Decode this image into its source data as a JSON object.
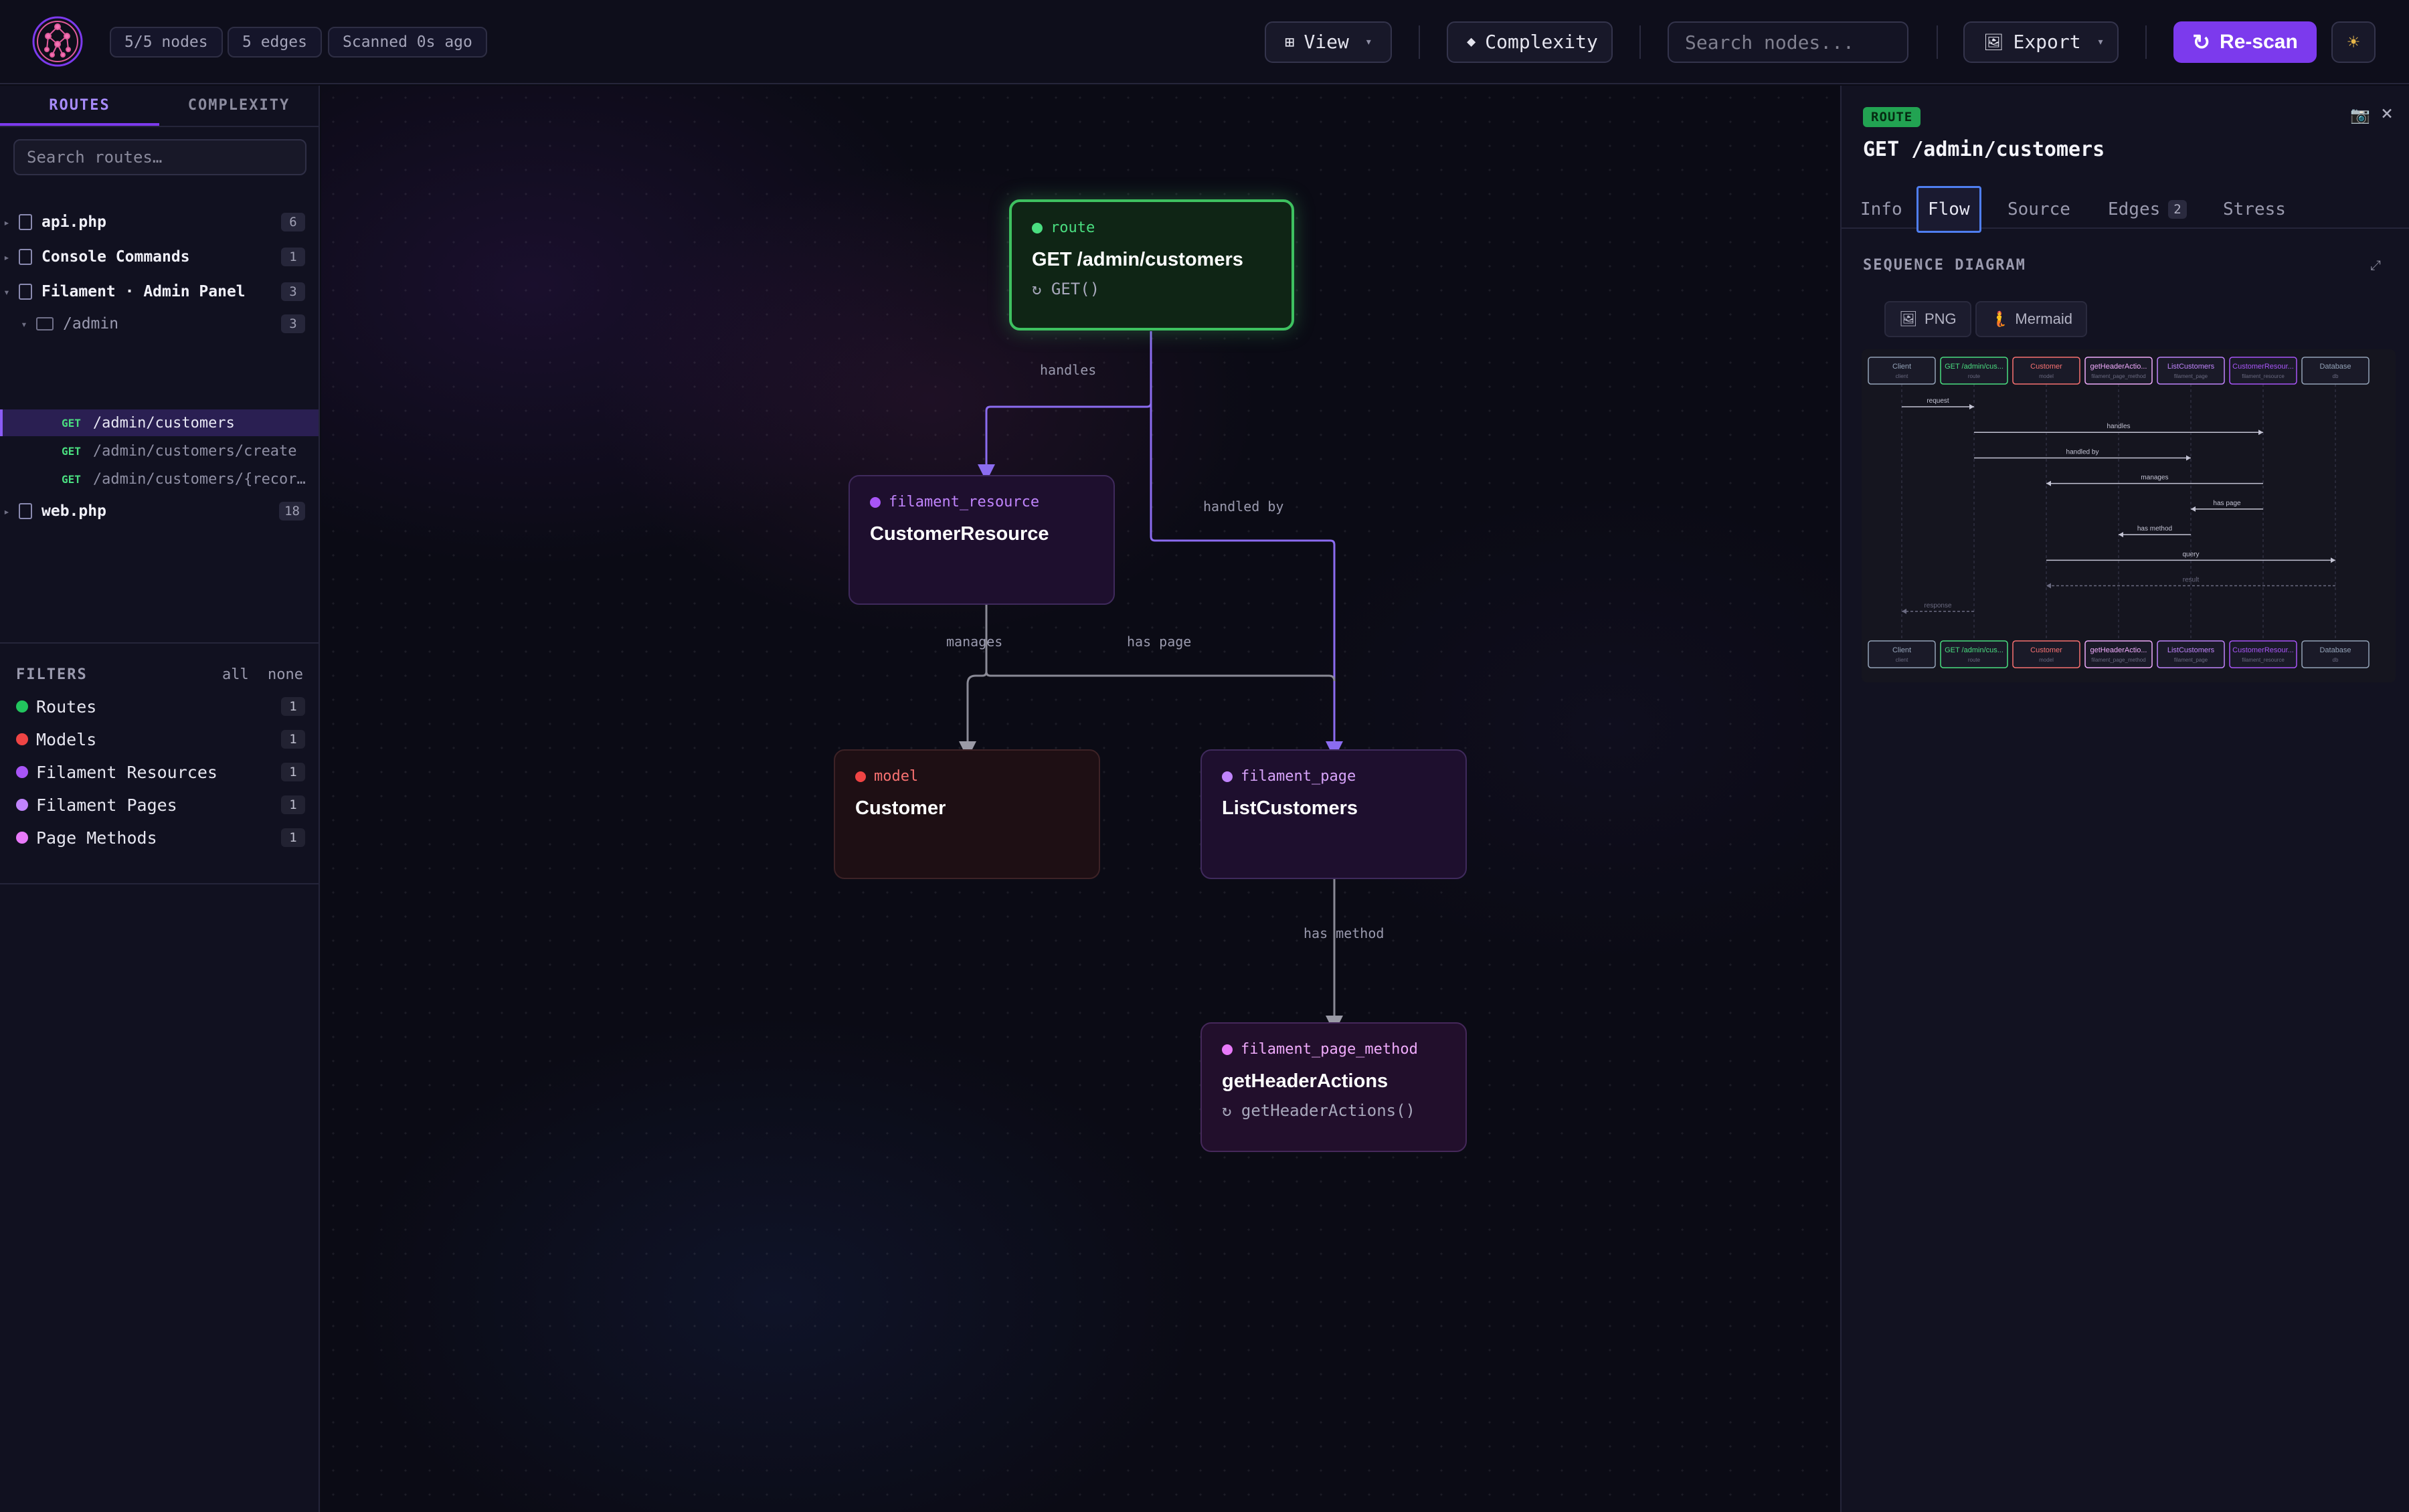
{
  "header": {
    "logo": "brain-network-logo",
    "nodes_chip": "5/5 nodes",
    "edges_chip": "5 edges",
    "scanned_chip": "Scanned 0s ago",
    "view_label": "View",
    "view_icon": "⊞",
    "complexity_label": "Complexity",
    "complexity_icon": "◆",
    "search_placeholder": "Search nodes...",
    "export_label": "Export",
    "export_icon": "🖼",
    "rescan_label": "Re-scan",
    "rescan_icon": "↻",
    "theme_icon": "☀",
    "accent": "#7c3aed"
  },
  "sidebar": {
    "tabs": [
      "ROUTES",
      "COMPLEXITY"
    ],
    "search_placeholder": "Search routes…",
    "files": [
      {
        "name": "api.php",
        "count": "6"
      },
      {
        "name": "Console Commands",
        "count": "1"
      },
      {
        "name": "Filament · Admin Panel",
        "count": "3"
      },
      {
        "name": "web.php",
        "count": "18"
      }
    ],
    "folder": {
      "name": "/admin",
      "count": "3"
    },
    "routes": [
      {
        "method": "GET",
        "path": "/admin/customers",
        "active": true
      },
      {
        "method": "GET",
        "path": "/admin/customers/create"
      },
      {
        "method": "GET",
        "path": "/admin/customers/{record}"
      }
    ],
    "filters_title": "FILTERS",
    "filters_all": "all",
    "filters_none": "none",
    "filters": [
      {
        "label": "Routes",
        "count": "1",
        "color": "#22c55e"
      },
      {
        "label": "Models",
        "count": "1",
        "color": "#ef4444"
      },
      {
        "label": "Filament Resources",
        "count": "1",
        "color": "#a855f7"
      },
      {
        "label": "Filament Pages",
        "count": "1",
        "color": "#c084fc"
      },
      {
        "label": "Page Methods",
        "count": "1",
        "color": "#e879f9"
      }
    ]
  },
  "graph": {
    "nodes": [
      {
        "type": "route",
        "title": "GET /admin/customers",
        "sub": "↻ GET()",
        "color": "#4ade80"
      },
      {
        "type": "filament_resource",
        "title": "CustomerResource",
        "color": "#c084fc"
      },
      {
        "type": "model",
        "title": "Customer",
        "color": "#f87171"
      },
      {
        "type": "filament_page",
        "title": "ListCustomers",
        "color": "#d8a4fb"
      },
      {
        "type": "filament_page_method",
        "title": "getHeaderActions",
        "sub": "↻ getHeaderActions()",
        "color": "#f0abfc"
      }
    ],
    "edges": [
      "handles",
      "handled by",
      "manages",
      "has page",
      "has method"
    ]
  },
  "panel": {
    "badge": "ROUTE",
    "title": "GET /admin/customers",
    "snap_icon": "📷",
    "close_icon": "×",
    "tabs": [
      {
        "label": "Info"
      },
      {
        "label": "Flow",
        "active": true
      },
      {
        "label": "Source"
      },
      {
        "label": "Edges",
        "count": "2"
      },
      {
        "label": "Stress"
      }
    ],
    "section_title": "SEQUENCE DIAGRAM",
    "expand_icon": "⤢",
    "png_label": "PNG",
    "png_icon": "🖼",
    "mermaid_label": "Mermaid",
    "mermaid_icon": "🧜",
    "sequence": {
      "participants": [
        {
          "name": "Client",
          "kind": "client",
          "color": "#94a3b8"
        },
        {
          "name": "GET /admin/cus...",
          "kind": "route",
          "color": "#4ade80"
        },
        {
          "name": "Customer",
          "kind": "model",
          "color": "#f87171"
        },
        {
          "name": "getHeaderActio...",
          "kind": "filament_page_method",
          "color": "#f0abfc"
        },
        {
          "name": "ListCustomers",
          "kind": "filament_page",
          "color": "#c084fc"
        },
        {
          "name": "CustomerResour...",
          "kind": "filament_resource",
          "color": "#a855f7"
        },
        {
          "name": "Database",
          "kind": "db",
          "color": "#94a3b8"
        }
      ],
      "messages": [
        {
          "label": "request",
          "from": 0,
          "to": 1
        },
        {
          "label": "handles",
          "from": 1,
          "to": 5
        },
        {
          "label": "handled by",
          "from": 1,
          "to": 4
        },
        {
          "label": "manages",
          "from": 5,
          "to": 2
        },
        {
          "label": "has page",
          "from": 5,
          "to": 4
        },
        {
          "label": "has method",
          "from": 4,
          "to": 3
        },
        {
          "label": "query",
          "from": 2,
          "to": 6
        },
        {
          "label": "result",
          "from": 6,
          "to": 2,
          "dashed": true
        },
        {
          "label": "response",
          "from": 1,
          "to": 0,
          "dashed": true
        }
      ]
    }
  }
}
